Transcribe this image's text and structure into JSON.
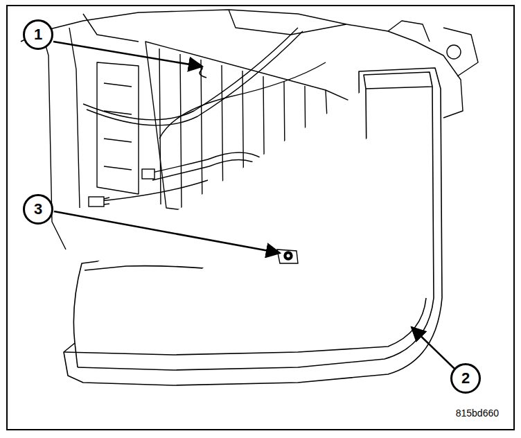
{
  "diagram": {
    "nodes": [
      {
        "text": [
          "1"
        ]
      },
      {
        "text": [
          "3"
        ]
      },
      {
        "text": [
          "2"
        ]
      }
    ],
    "labels": [
      "815bd660"
    ]
  }
}
